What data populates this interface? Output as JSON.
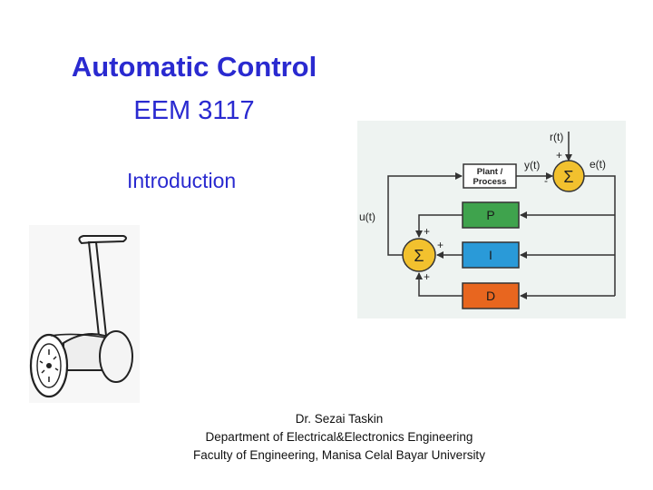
{
  "slide": {
    "title": "Automatic Control",
    "course_code": "EEM 3117",
    "subtitle": "Introduction"
  },
  "diagram": {
    "reference_label": "r(t)",
    "output_label": "y(t)",
    "error_label": "e(t)",
    "control_label": "u(t)",
    "plant_line1": "Plant /",
    "plant_line2": "Process",
    "sum_symbol": "Σ",
    "plus": "+",
    "minus": "-",
    "blocks": [
      {
        "label": "P",
        "color": "#3fa34d"
      },
      {
        "label": "I",
        "color": "#2a9ad8"
      },
      {
        "label": "D",
        "color": "#e8661f"
      }
    ],
    "sum_color": "#f2c12e"
  },
  "footer": {
    "author": "Dr. Sezai Taskin",
    "department": "Department of Electrical&Electronics Engineering",
    "faculty": "Faculty of Engineering, Manisa Celal Bayar University"
  }
}
